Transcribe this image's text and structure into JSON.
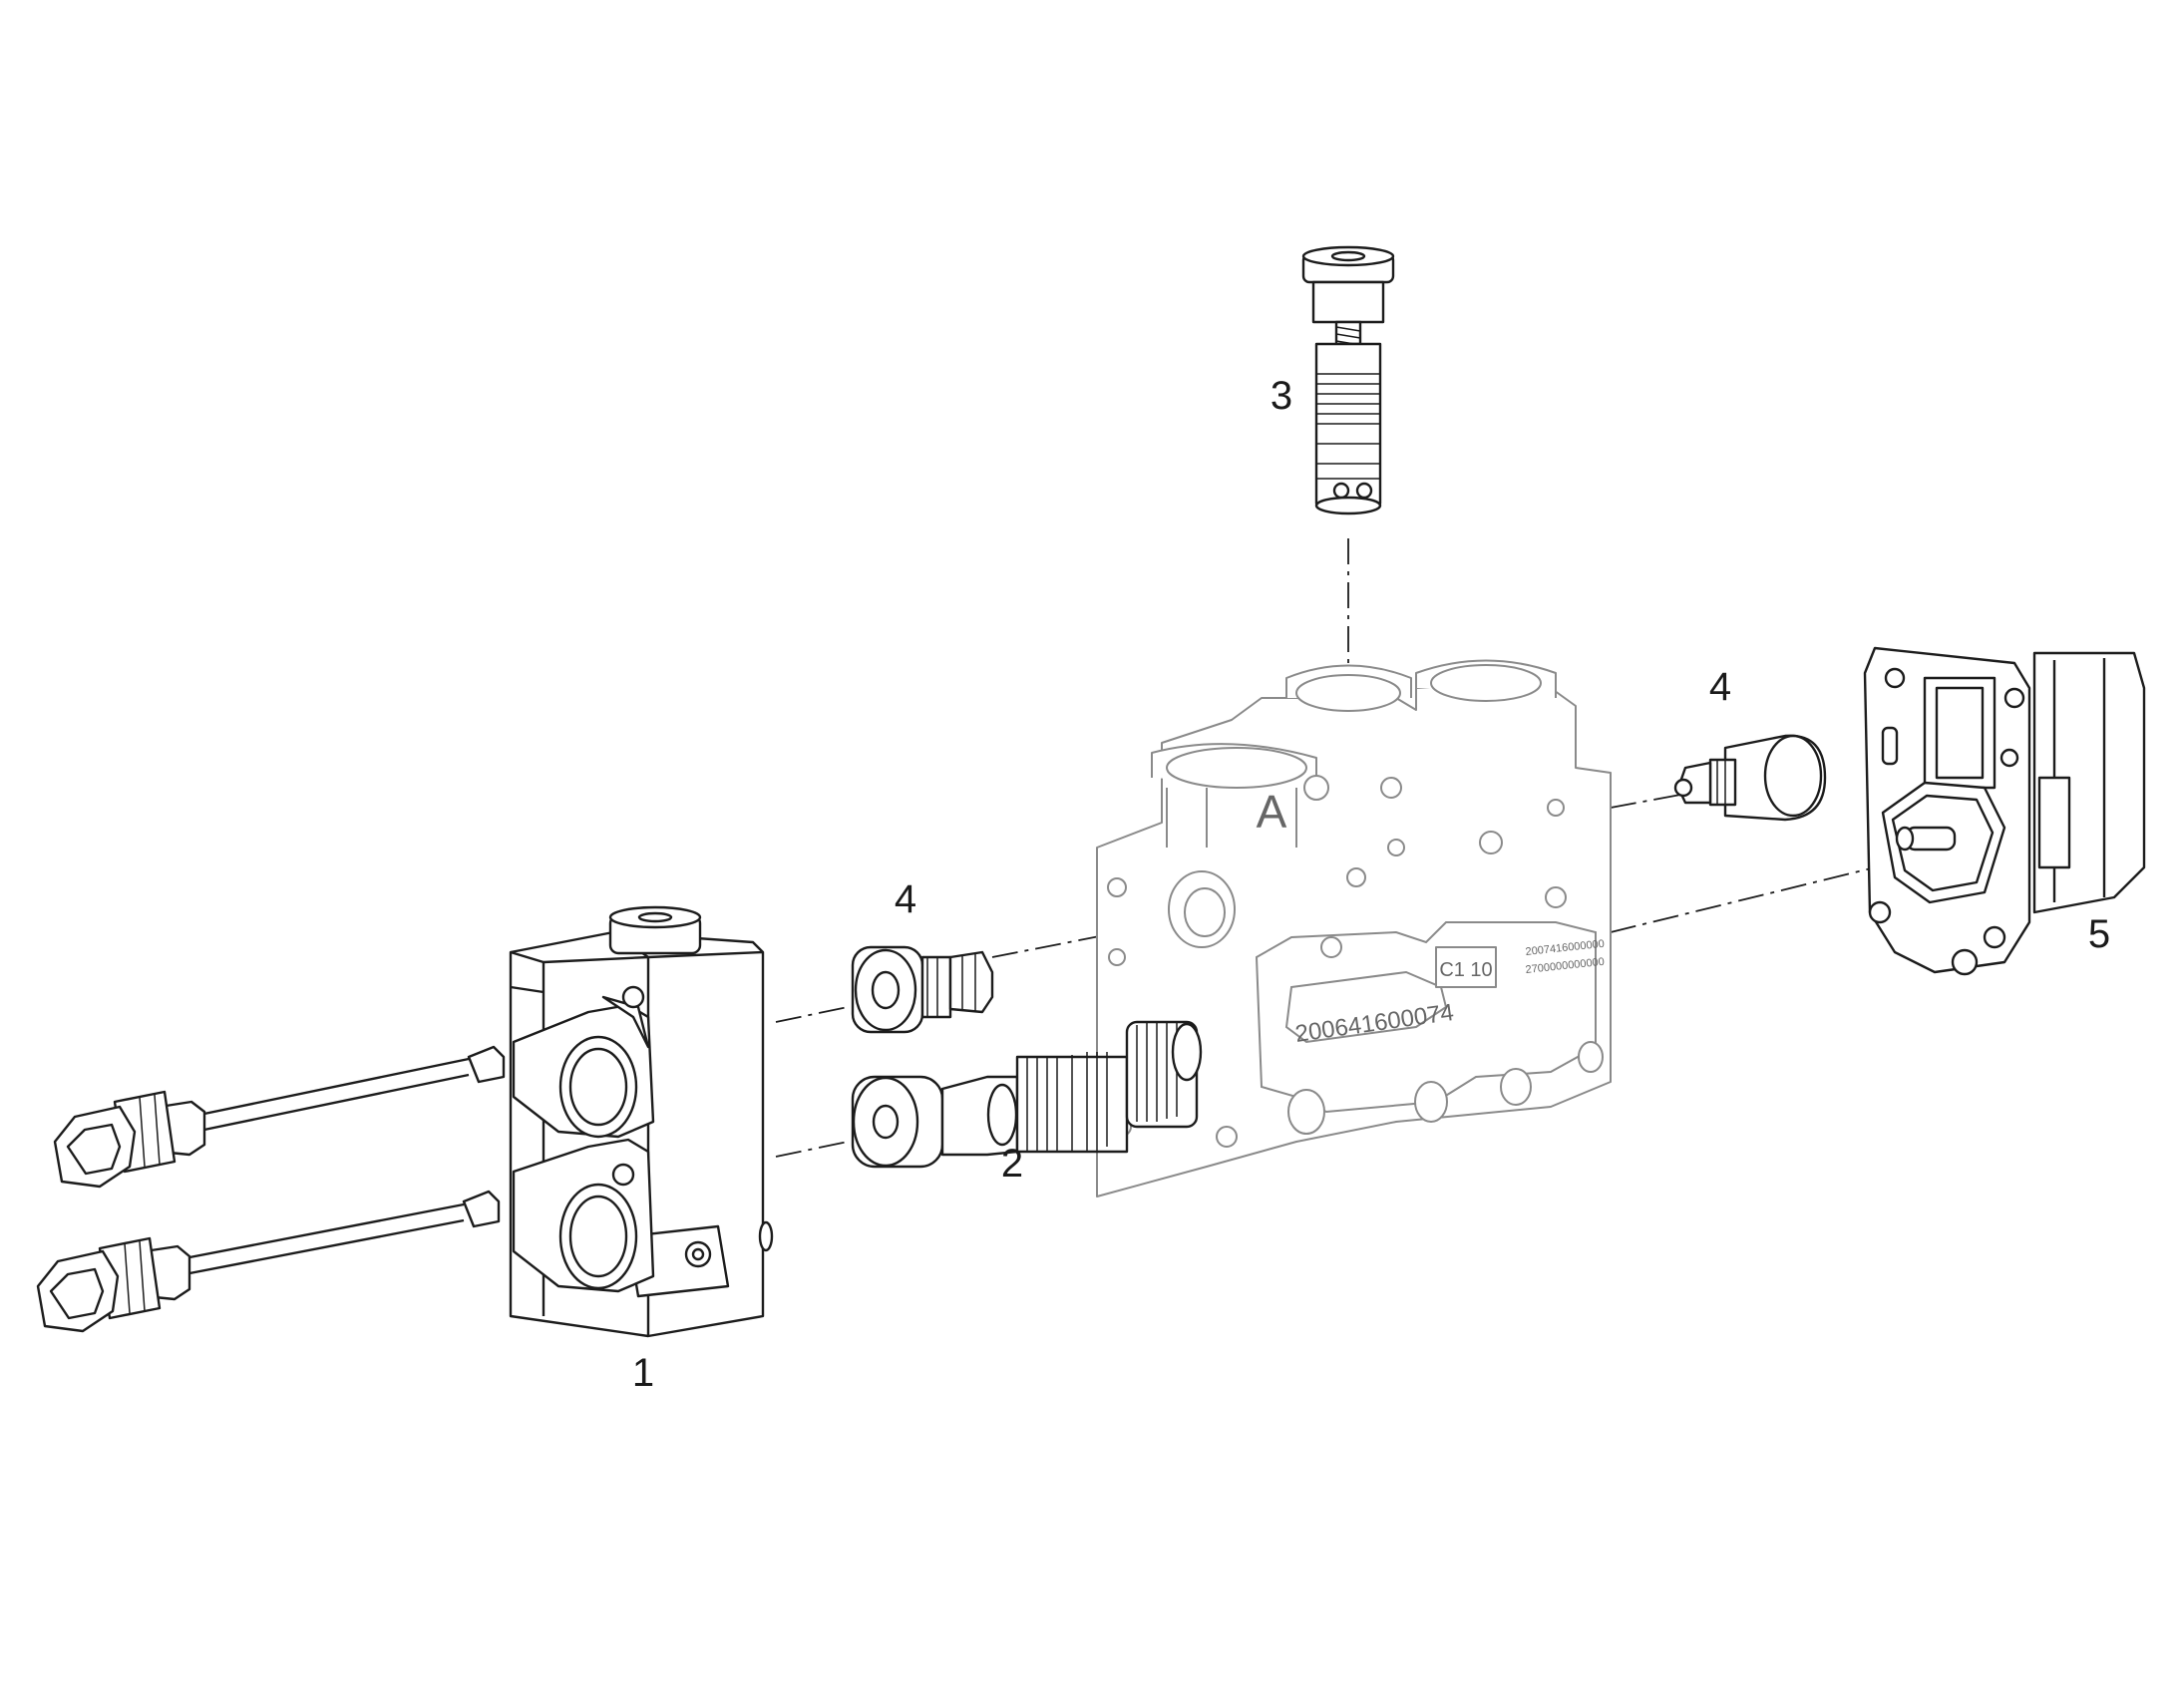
{
  "callouts": {
    "c1": "1",
    "c2": "2",
    "c3": "3",
    "c4a": "4",
    "c4b": "4",
    "c5": "5"
  },
  "stamps": {
    "port_letter": "A",
    "part_number": "200641600074",
    "code_box": "C1 10",
    "small_line1": "2007416000000",
    "small_line2": "2700000000000"
  },
  "icons": [
    "connector-plug-icon",
    "solenoid-coil-icon",
    "spool-icon",
    "cartridge-valve-icon",
    "check-valve-icon",
    "actuator-housing-icon"
  ]
}
